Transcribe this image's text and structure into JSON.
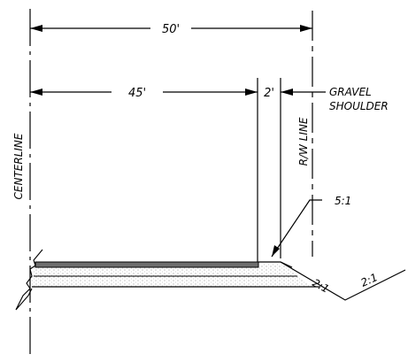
{
  "dimensions": {
    "total_width": "50'",
    "pavement_width": "45'",
    "shoulder_offset": "2'"
  },
  "labels": {
    "gravel_shoulder_line1": "GRAVEL",
    "gravel_shoulder_line2": "SHOULDER",
    "centerline": "CENTERLINE",
    "right_of_way": "R/W LINE"
  },
  "slopes": {
    "shoulder_slope": "5:1",
    "foreslope": "2:1",
    "backslope": "2:1"
  }
}
